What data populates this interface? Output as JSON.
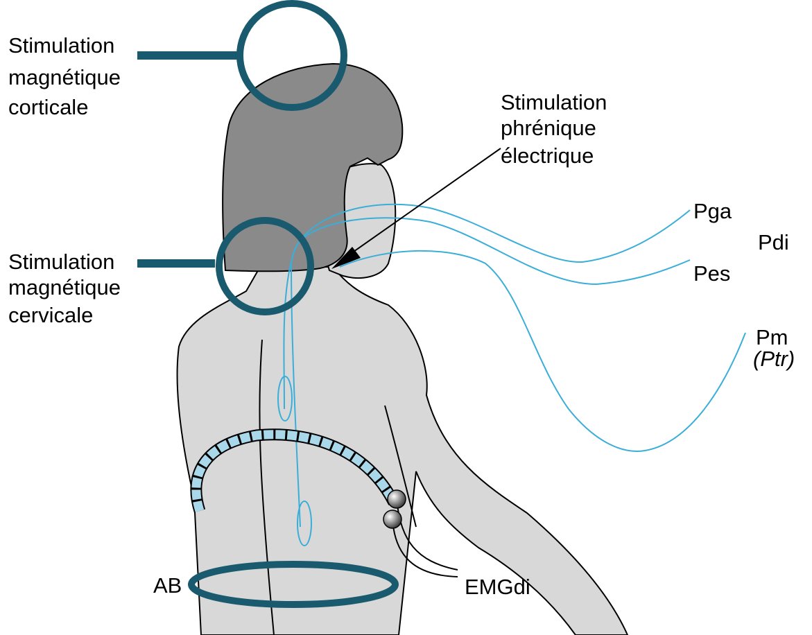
{
  "labels": {
    "cortical": [
      "Stimulation",
      "magnétique",
      "corticale"
    ],
    "cervical": [
      "Stimulation",
      "magnétique",
      "cervicale"
    ],
    "phrenic": [
      "Stimulation",
      "phrénique",
      "électrique"
    ],
    "pga": "Pga",
    "pdi": "Pdi",
    "pes": "Pes",
    "pm": "Pm",
    "ptr": "(Ptr)",
    "ab": "AB",
    "emgdi": "EMGdi"
  },
  "colors": {
    "body": "#d8d8d8",
    "hair": "#8a8a8a",
    "coil": "#1a5a6e",
    "catheter": "#3aaed8",
    "diaphragm": "#a8d8ea",
    "outline": "#000000"
  }
}
